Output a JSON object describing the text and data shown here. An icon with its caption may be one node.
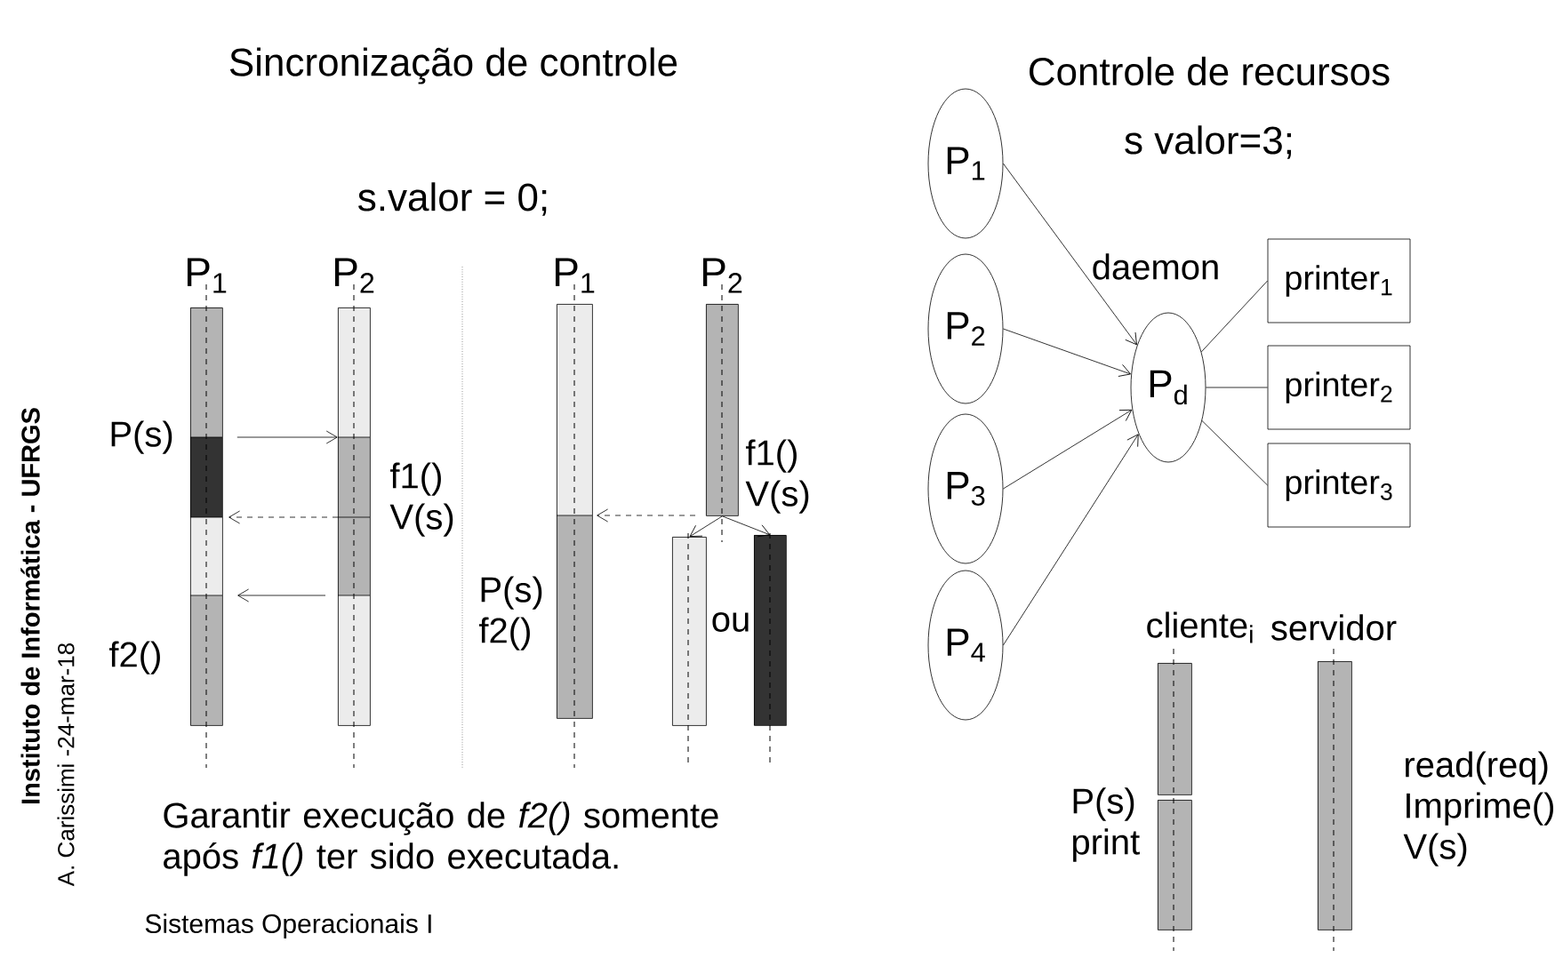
{
  "diagram": {
    "nodes": [
      {
        "text": [],
        "shape": "bar",
        "beside": [
          "P$_{1}$"
        ]
      },
      {
        "text": [],
        "shape": "bar",
        "beside": [
          "P$_{2}$"
        ]
      },
      {
        "text": [],
        "shape": "bar",
        "beside": [
          "P$_{1}$"
        ]
      },
      {
        "text": [],
        "shape": "bar",
        "beside": [
          "P$_{2}$"
        ]
      },
      {
        "text": [],
        "shape": "bar"
      },
      {
        "text": [],
        "shape": "bar"
      },
      {
        "text": [
          "P$_{1}$"
        ]
      },
      {
        "text": [
          "P$_{2}$"
        ]
      },
      {
        "text": [
          "P$_{3}$"
        ]
      },
      {
        "text": [
          "P$_{4}$"
        ]
      },
      {
        "text": [
          "P$_{d}$"
        ],
        "beside": [
          "daemon"
        ]
      },
      {
        "text": [
          "printer$_{1}$"
        ]
      },
      {
        "text": [
          "printer$_{2}$"
        ]
      },
      {
        "text": [
          "printer$_{3}$"
        ]
      },
      {
        "text": [],
        "shape": "bar",
        "beside": [
          "cliente$_{i}$"
        ]
      },
      {
        "text": [],
        "shape": "bar"
      },
      {
        "text": [],
        "shape": "bar",
        "beside": [
          "servidor"
        ]
      }
    ],
    "edges": [
      {
        "from": 0,
        "to": 1,
        "arrow": "to"
      },
      {
        "from": 1,
        "to": 0,
        "arrow": "to",
        "style": "dashed"
      },
      {
        "from": 1,
        "to": 0,
        "arrow": "to"
      },
      {
        "from": 3,
        "to": 2,
        "arrow": "to",
        "style": "dashed"
      },
      {
        "from": 3,
        "to": 4,
        "arrow": "to"
      },
      {
        "from": 3,
        "to": 5,
        "arrow": "to"
      },
      {
        "from": 6,
        "to": 10,
        "arrow": "to"
      },
      {
        "from": 7,
        "to": 10,
        "arrow": "to"
      },
      {
        "from": 8,
        "to": 10,
        "arrow": "to"
      },
      {
        "from": 9,
        "to": 10,
        "arrow": "to"
      },
      {
        "from": 10,
        "to": 11,
        "arrow": "none"
      },
      {
        "from": 10,
        "to": 12,
        "arrow": "none"
      },
      {
        "from": 10,
        "to": 13,
        "arrow": "none"
      }
    ],
    "labels": [
      "Sincronização de controle",
      "Controle de recursos",
      "s valor=3;",
      "s.valor = 0;",
      "P(s)",
      "f1() V(s)",
      "f1() V(s)",
      "P(s) f2()",
      "ou",
      "f2()",
      "P(s) print",
      "read(req) Imprime() V(s)",
      "Garantir execução de *f2()* somente após *f1()* ter sido executada.",
      "Sistemas Operacionais I",
      "Instituto de Informática - UFRGS",
      "A. Carissimi -24-mar-18"
    ]
  }
}
